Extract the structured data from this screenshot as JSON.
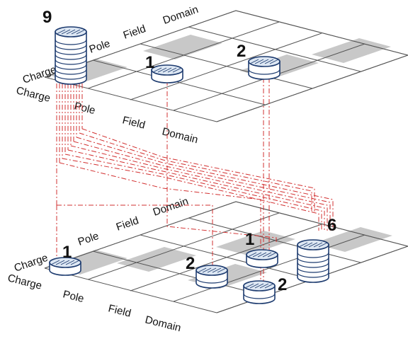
{
  "upper_grid": {
    "top_labels": [
      "Charge",
      "Pole",
      "Field",
      "Domain"
    ],
    "bottom_labels": [
      "Charge",
      "Pole",
      "Field",
      "Domain"
    ],
    "stacks": [
      {
        "count": "9",
        "height": 9
      },
      {
        "count": "1",
        "height": 1
      },
      {
        "count": "2",
        "height": 2
      }
    ]
  },
  "lower_grid": {
    "top_labels": [
      "Charge",
      "Pole",
      "Field",
      "Domain"
    ],
    "bottom_labels": [
      "Charge",
      "Pole",
      "Field",
      "Domain"
    ],
    "stacks": [
      {
        "count": "1",
        "height": 1
      },
      {
        "count": "2",
        "height": 2
      },
      {
        "count": "1",
        "height": 1
      },
      {
        "count": "2",
        "height": 2
      },
      {
        "count": "6",
        "height": 6
      }
    ]
  },
  "colors": {
    "connector": "#d23030",
    "disk_outline": "#1d3b6f",
    "shaded_cell": "#c8c8c8"
  }
}
